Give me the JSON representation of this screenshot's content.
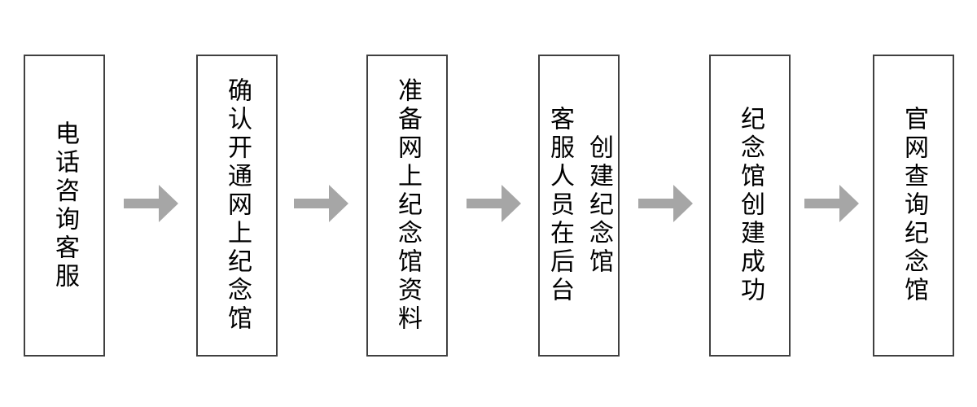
{
  "flowchart": {
    "background": "#ffffff",
    "box_border_color": "#404040",
    "box_fill_color": "#ffffff",
    "arrow_color": "#a6a6a6",
    "text_color": "#000000",
    "arrow_icon": "right-block-arrow",
    "steps": [
      {
        "label": "电话咨询客服"
      },
      {
        "label": "确认开通网上纪念馆"
      },
      {
        "label": "准备网上纪念馆资料"
      },
      {
        "label": "客服人员在后台\n创建纪念馆"
      },
      {
        "label": "纪念馆创建成功"
      },
      {
        "label": "官网查询纪念馆"
      }
    ]
  }
}
